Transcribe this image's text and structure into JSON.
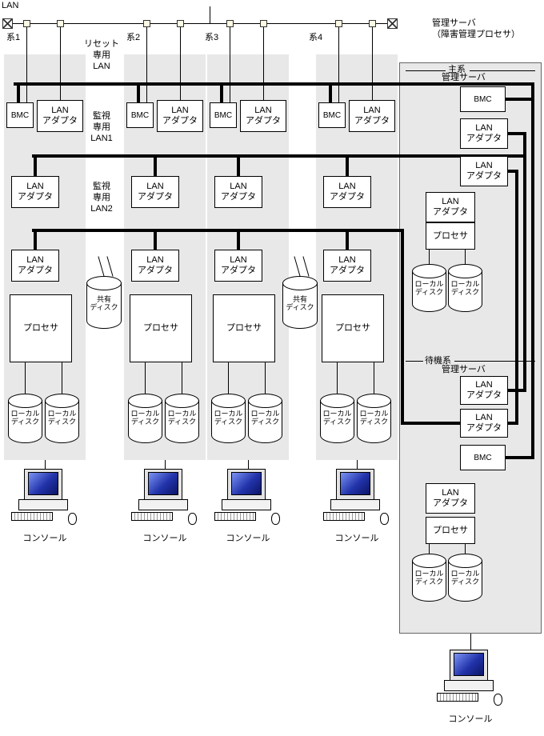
{
  "top": {
    "lan_label": "LAN"
  },
  "systems": [
    {
      "name": "系1"
    },
    {
      "name": "系2"
    },
    {
      "name": "系3"
    },
    {
      "name": "系4"
    }
  ],
  "networks": {
    "reset_lan": "リセット\n専用\nLAN",
    "monitor_lan1": "監視\n専用\nLAN1",
    "monitor_lan2": "監視\n専用\nLAN2"
  },
  "labels": {
    "bmc": "BMC",
    "lan_adapter": "LAN\nアダプタ",
    "processor": "プロセサ",
    "local_disk": "ローカル\nディスク",
    "shared_disk": "共有\nディスク",
    "console": "コンソール"
  },
  "mgmt": {
    "caption_line1": "管理サーバ",
    "caption_line2": "（障害管理プロセサ）",
    "primary_title": "主系",
    "primary_subtitle": "管理サーバ",
    "standby_title": "待機系",
    "standby_subtitle": "管理サーバ"
  },
  "colors": {
    "column_bg": "#e8e8e8",
    "line": "#000000",
    "console_screen": "#2233aa"
  }
}
